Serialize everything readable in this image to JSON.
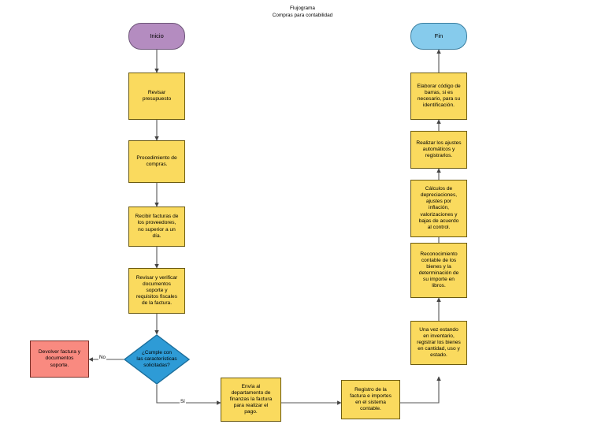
{
  "title": {
    "line1": "Flujograma",
    "line2": "Compras para contabilidad"
  },
  "colors": {
    "process_fill": "#FADA5E",
    "process_stroke": "#6B5A10",
    "start_fill": "#B48CC0",
    "end_fill": "#86CBEC",
    "decision_fill": "#2E9BD6",
    "reject_fill": "#F98A80",
    "connector": "#555555",
    "background": "#FFFFFF"
  },
  "nodes": {
    "start": {
      "label": "Inicio",
      "type": "terminator"
    },
    "end": {
      "label": "Fin",
      "type": "terminator"
    },
    "p1": {
      "label": "Revisar\npresupuesto",
      "type": "process"
    },
    "p2": {
      "label": "Procedimiento de\ncompras.",
      "type": "process"
    },
    "p3": {
      "label": "Recibir facturas de\nlos proveedores,\nno superior a un\ndía.",
      "type": "process"
    },
    "p4": {
      "label": "Revisar y verificar\ndocumentos\nsoporte y\nrequisitos fiscales\nde la factura.",
      "type": "process"
    },
    "decision": {
      "label": "¿Cumple con\nlas características\nsolicitadas?",
      "type": "decision"
    },
    "reject": {
      "label": "Devolver factura y\ndocumentos\nsoporte.",
      "type": "process-alt"
    },
    "p5": {
      "label": "Envía al\ndepartamento de\nfinanzas la factura\npara realizar el\npago.",
      "type": "process"
    },
    "p6": {
      "label": "Registro de la\nfactura e importes\nen el sistema\ncontable.",
      "type": "process"
    },
    "p7": {
      "label": "Una vez estando\nen inventario,\nregistrar los bienes\nen cantidad, uso y\nestado.",
      "type": "process"
    },
    "p8": {
      "label": "Reconocimiento\ncontable de los\nbienes y la\ndeterminación de\nsu importe en\nlibros.",
      "type": "process"
    },
    "p9": {
      "label": "Cálculos de\ndepreciaciones,\najustes por\ninflación,\nvalorizaciones y\nbajas de acuerdo\nal control.",
      "type": "process"
    },
    "p10": {
      "label": "Realizar los ajustes\nautomáticos y\nregistrarlos.",
      "type": "process"
    },
    "p11": {
      "label": "Elaborar código de\nbarras, si es\nnecesario, para su\nidentificación.",
      "type": "process"
    }
  },
  "edges": {
    "no_label": "No",
    "yes_label": "Sí"
  }
}
